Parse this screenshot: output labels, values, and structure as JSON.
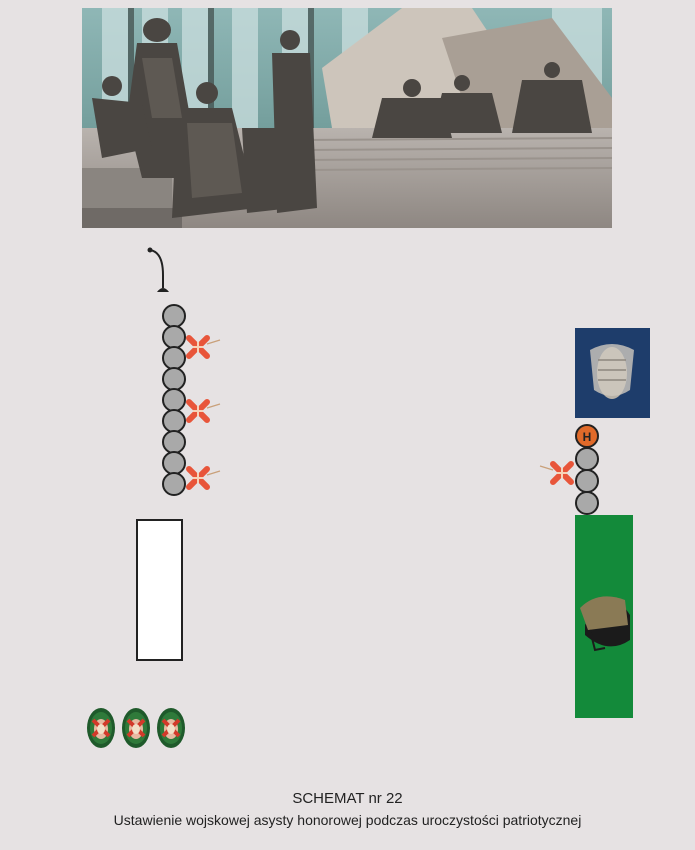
{
  "caption": {
    "title": "SCHEMAT nr 22",
    "subtitle": "Ustawienie wojskowej asysty honorowej podczas uroczystości patriotycznej"
  },
  "photo": {
    "icon": "monument-photo-icon"
  },
  "left_column": {
    "soldiers": 9,
    "crosses": 3
  },
  "right_column": {
    "soldiers": 3,
    "crosses": 1
  },
  "wreaths": 3,
  "colors": {
    "background": "#e6e2e3",
    "soldier_fill": "#a9a9a9",
    "cross": "#e8553a",
    "flag_blue": "#1e3d6b",
    "flag_green": "#138a3a",
    "commander": "#e06a2a"
  }
}
